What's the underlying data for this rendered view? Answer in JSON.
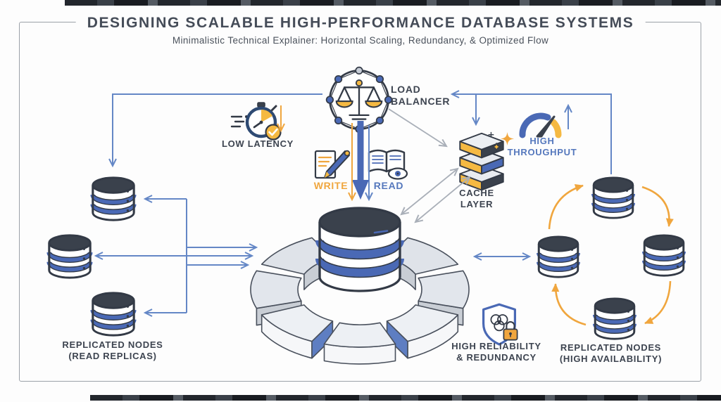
{
  "header": {
    "title": "DESIGNING SCALABLE HIGH-PERFORMANCE DATABASE SYSTEMS",
    "subtitle": "Minimalistic Technical Explainer: Horizontal Scaling, Redundancy, & Optimized Flow"
  },
  "nodes": {
    "load_balancer": "LOAD\nBALANCER",
    "low_latency": "LOW LATENCY",
    "write": "WRITE",
    "read": "READ",
    "cache_layer": "CACHE\nLAYER",
    "high_throughput": "HIGH\nTHROUGHPUT",
    "high_reliability": "HIGH RELIABILITY\n& REDUNDANCY",
    "replicated_read": "REPLICATED NODES\n(READ REPLICAS)",
    "replicated_ha": "REPLICATED NODES\n(HIGH AVAILABILITY)"
  },
  "icons": {
    "load_balancer": "network-balance-scale-icon",
    "low_latency": "stopwatch-icon",
    "write": "pencil-document-icon",
    "read": "open-book-eye-icon",
    "cache_layer": "layer-stack-sparkle-icon",
    "high_throughput": "gauge-icon",
    "high_reliability": "shield-lock-icon",
    "database": "database-cylinder-icon"
  },
  "colors": {
    "blue": "#4a69b5",
    "light_blue": "#6487c6",
    "label_blue": "#5578bd",
    "orange": "#f0a63e",
    "gold": "#f5b942",
    "dark": "#333a46",
    "node_top": "#3a414c",
    "gray_arrow": "#a9afb8",
    "wedge": "#edf0f4",
    "wedge_back": "#dfe3e9",
    "wedge_gray": "#c9ced5",
    "border": "#9ba1a8"
  }
}
